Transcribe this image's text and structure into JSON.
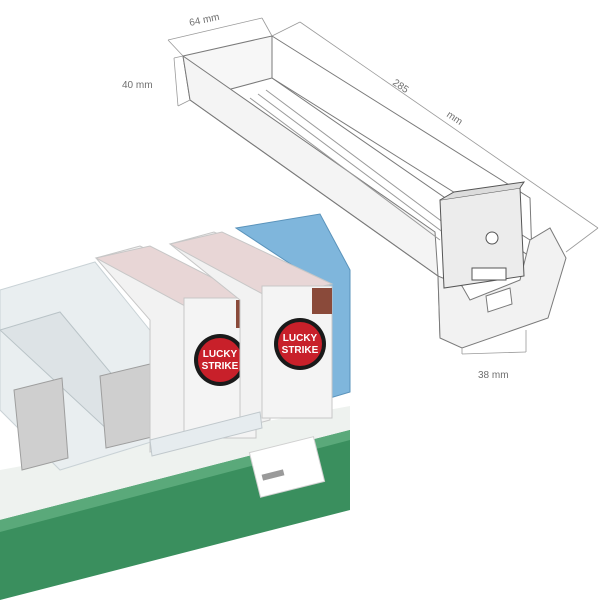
{
  "dimensions": {
    "width": "64 mm",
    "height": "40 mm",
    "length_value": "285",
    "length_unit": "mm",
    "front_width": "38 mm"
  },
  "product": {
    "brand_line1": "LUCKY",
    "brand_line2": "STRIKE"
  },
  "colors": {
    "shelf_green": "#3a8f5e",
    "pack_red": "#c8202a",
    "pack_blue": "#7fb6dc",
    "pack_white": "#f2f2f2",
    "pusher_grey": "#cfcfcf",
    "line_grey": "#7a7a7a"
  }
}
